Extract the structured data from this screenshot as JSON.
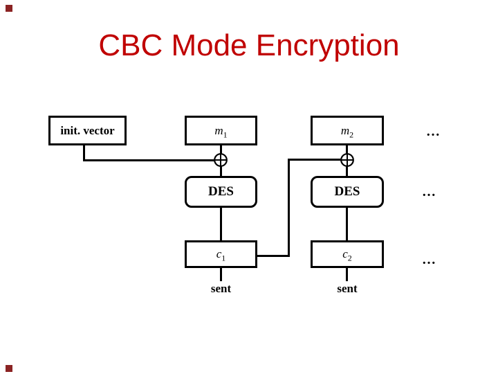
{
  "slide": {
    "title": "CBC Mode Encryption"
  },
  "colors": {
    "title_text": "#C00000",
    "corner_squares": "#8B2323",
    "diagram_ink": "#000000",
    "background": "#FFFFFF"
  },
  "diagram": {
    "init_vector_label": "init. vector",
    "xor_symbol": "⊕",
    "columns": [
      {
        "message_var": "m",
        "message_sub": "1",
        "des_label": "DES",
        "cipher_var": "c",
        "cipher_sub": "1",
        "sent_label": "sent"
      },
      {
        "message_var": "m",
        "message_sub": "2",
        "des_label": "DES",
        "cipher_var": "c",
        "cipher_sub": "2",
        "sent_label": "sent"
      }
    ],
    "ellipsis_rows": [
      "…",
      "…",
      "…"
    ]
  }
}
